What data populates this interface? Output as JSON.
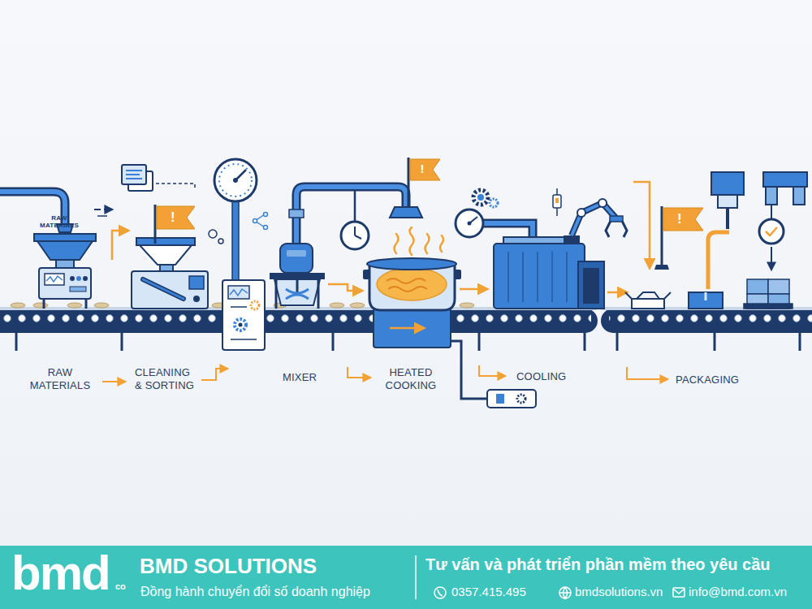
{
  "diagram": {
    "nodes": [
      {
        "text": [
          "bmd",
          "co",
          "BMD SOLUTIONS",
          "Đồng hành chuyển đổi số doanh nghiệp",
          "Tư vấn và phát triển phần mềm theo yêu cầu",
          "0357.415.495",
          "bmdsolutions.vn",
          "info@bmd.com.vn"
        ]
      }
    ],
    "labels": [
      "RAW MATERIALS",
      "!",
      "!",
      "!",
      "RAW MATERIALS",
      "CLEANING & SORTING",
      "MIXER",
      "HEATED COOKING",
      "COOLING",
      "PACKAGING"
    ]
  }
}
